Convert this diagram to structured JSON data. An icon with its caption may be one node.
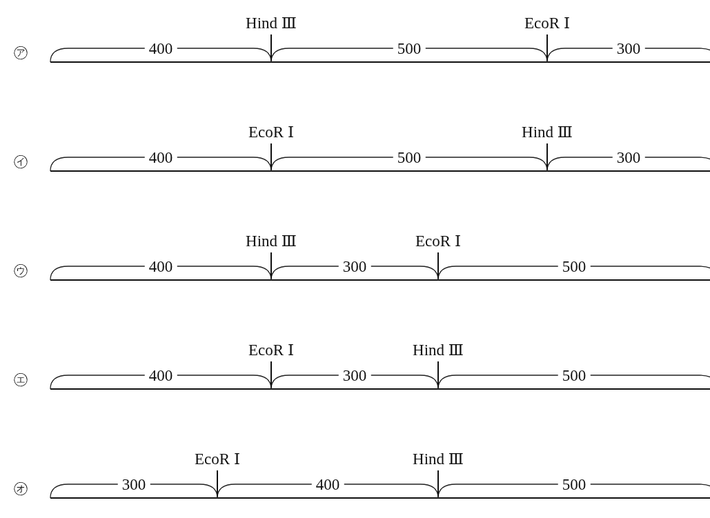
{
  "diagram": {
    "labels": [
      "Hind Ⅲ",
      "EcoR Ⅰ",
      "㋐",
      "400",
      "500",
      "300",
      "EcoR Ⅰ",
      "Hind Ⅲ",
      "㋑",
      "400",
      "500",
      "300",
      "Hind Ⅲ",
      "EcoR Ⅰ",
      "㋒",
      "400",
      "300",
      "500",
      "EcoR Ⅰ",
      "Hind Ⅲ",
      "㋓",
      "400",
      "300",
      "500",
      "EcoR Ⅰ",
      "Hind Ⅲ",
      "㋔",
      "300",
      "400",
      "500"
    ]
  }
}
